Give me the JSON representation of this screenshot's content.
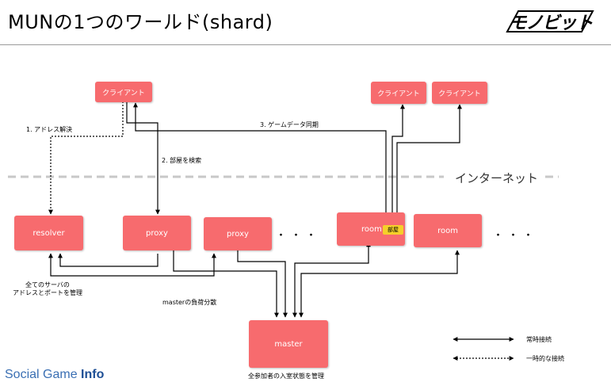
{
  "header": {
    "title": "MUNの1つのワールド(shard)",
    "logo_text": "モノビット"
  },
  "nodes": {
    "client_1": "クライアント",
    "client_2": "クライアント",
    "client_3": "クライアント",
    "resolver": "resolver",
    "proxy_1": "proxy",
    "proxy_2": "proxy",
    "room_1": "room",
    "room_badge": "部屋",
    "room_2": "room",
    "master": "master",
    "ellipsis_1": "・・・",
    "ellipsis_2": "・・・"
  },
  "labels": {
    "step1": "1. アドレス解決",
    "step2": "2. 部屋を検索",
    "step3": "3. ゲームデータ同期",
    "internet": "インターネット",
    "resolver_note_1": "全てのサーバの",
    "resolver_note_2": "アドレスとポートを管理",
    "master_load": "masterの負荷分散",
    "master_note": "全参加者の入室状態を管理"
  },
  "legend": {
    "persistent": "常時接続",
    "temporary": "一時的な接続"
  },
  "footer": {
    "brand_1": "Social Game ",
    "brand_2": "Info"
  },
  "colors": {
    "node": "#f76b6e",
    "badge": "#f5cf2a",
    "footer": "#3a6fb3"
  }
}
